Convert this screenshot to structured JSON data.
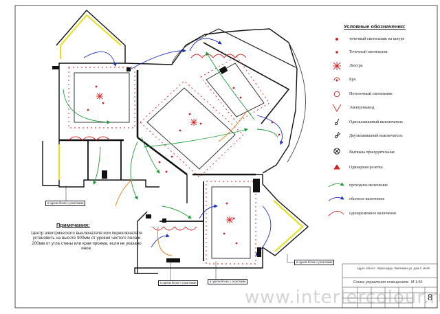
{
  "legend": {
    "title": "Условные обозначения:",
    "items": [
      {
        "label": "точечный светильник на шнуре",
        "icon": "pendant-spot-icon"
      },
      {
        "label": "Точечный светильник",
        "icon": "spot-light-icon"
      },
      {
        "label": "Люстра",
        "icon": "chandelier-icon"
      },
      {
        "label": "Бра",
        "icon": "sconce-icon"
      },
      {
        "label": "Потолочный светильник",
        "icon": "ceiling-light-icon"
      },
      {
        "label": "Электровывод",
        "icon": "electrical-outlet-lead-icon"
      },
      {
        "label": "Одноклавишный выключатель",
        "icon": "single-switch-icon"
      },
      {
        "label": "Двухклавишный выключатель",
        "icon": "double-switch-icon"
      },
      {
        "label": "Вытяжка принудительная",
        "icon": "exhaust-fan-icon"
      },
      {
        "label": "Одинарная розетка",
        "icon": "socket-icon"
      },
      {
        "label": "проходное включение",
        "icon": "pass-through-arrow-icon"
      },
      {
        "label": "обычное включение",
        "icon": "normal-switch-arrow-icon"
      },
      {
        "label": "одновременное включение",
        "icon": "simultaneous-arc-icon"
      }
    ]
  },
  "note": {
    "title": "Примечания:",
    "body": "Центр электрического выключателя или переключателя установить на высоте 900мм от уровня чистого пола и 200мм от угла стены или края проема, если не указано иное."
  },
  "tags": [
    "в одном блоке с розетками",
    "в одном блоке с розетками",
    "в одном блоке с розетками",
    "в одном блоке с розетками"
  ],
  "title_block": {
    "address": "Адрес объект: г.Краснодар, Лавочкина ул. дом 2, кв.66",
    "sheet_title": "Схема управления освещением",
    "scale": "М 1:50",
    "sheet_no": "8"
  },
  "watermark": "www.interiercolour.ru",
  "colors": {
    "wall": "#111111",
    "lamp": "#d11f1f",
    "green": "#1f9a3a",
    "blue": "#1f2fbf",
    "orange": "#e07b1a",
    "yellow": "#e6e02a"
  }
}
